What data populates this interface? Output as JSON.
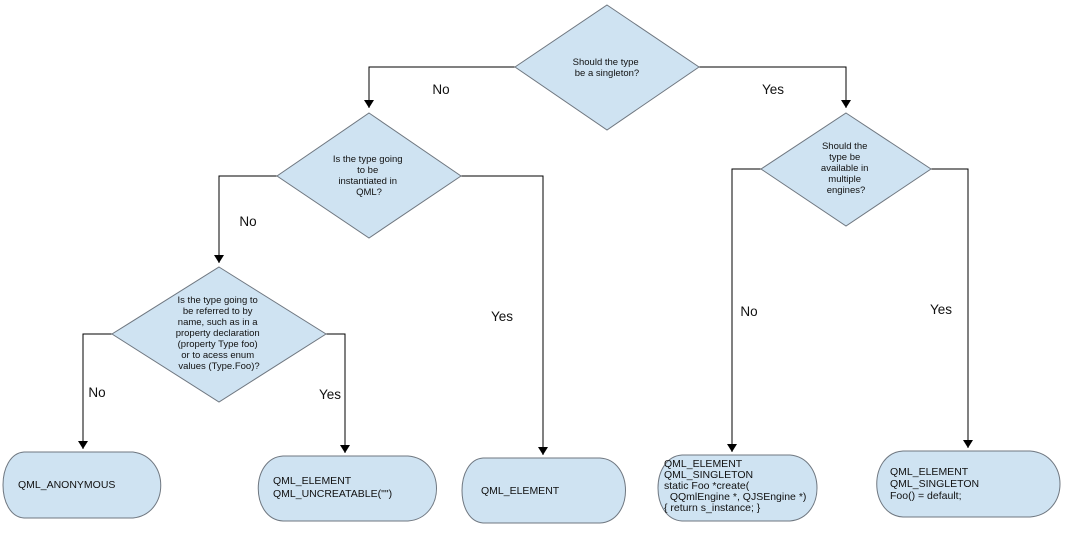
{
  "diagram": {
    "questions": {
      "singleton": [
        "Should the type",
        "be a singleton?"
      ],
      "instantiated": [
        "Is the type going",
        "to be",
        "instantiated in",
        "QML?"
      ],
      "engines": [
        "Should the",
        "type be",
        "available in",
        "multiple",
        "engines?"
      ],
      "referred": [
        "Is the type going to",
        "be referred to by",
        "name, such as in a",
        "property declaration",
        "(property Type foo)",
        "or to acess enum",
        "values (Type.Foo)?"
      ]
    },
    "outcomes": {
      "anonymous": [
        "QML_ANONYMOUS"
      ],
      "uncreatable": [
        "QML_ELEMENT",
        "QML_UNCREATABLE(\"\")"
      ],
      "element": [
        "QML_ELEMENT"
      ],
      "singleton_create": [
        "QML_ELEMENT",
        "QML_SINGLETON",
        "static Foo *create(",
        "  QQmlEngine *, QJSEngine *)",
        "{ return s_instance; }"
      ],
      "singleton_default": [
        "QML_ELEMENT",
        "QML_SINGLETON",
        "Foo() = default;"
      ]
    },
    "edge_labels": {
      "singleton_no": "No",
      "singleton_yes": "Yes",
      "instantiated_no": "No",
      "instantiated_yes": "Yes",
      "referred_no": "No",
      "referred_yes": "Yes",
      "engines_no": "No",
      "engines_yes": "Yes"
    },
    "colors": {
      "node_fill": "#cfe3f2",
      "node_border": "#6f7780",
      "edge": "#000000"
    }
  }
}
